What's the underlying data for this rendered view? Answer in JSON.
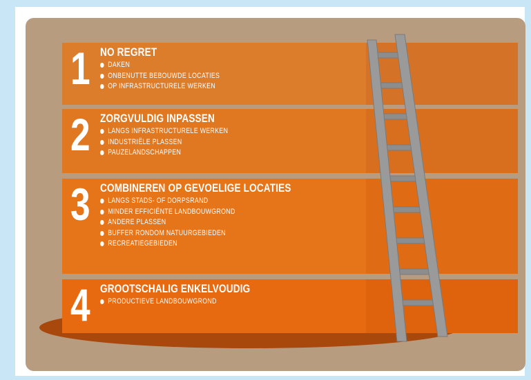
{
  "tiers": [
    {
      "number": "1",
      "title": "NO REGRET",
      "items": [
        "DAKEN",
        "ONBENUTTE BEBOUWDE LOCATIES",
        "OP INFRASTRUCTURELE WERKEN"
      ]
    },
    {
      "number": "2",
      "title": "ZORGVULDIG INPASSEN",
      "items": [
        "LANGS INFRASTRUCTURELE WERKEN",
        "INDUSTRIËLE PLASSEN",
        "PAUZELANDSCHAPPEN"
      ]
    },
    {
      "number": "3",
      "title": "COMBINEREN OP GEVOELIGE LOCATIES",
      "items": [
        "LANGS STADS- OF DORPSRAND",
        "MINDER EFFICIËNTE LANDBOUWGROND",
        "ANDERE PLASSEN",
        "BUFFER RONDOM NATUURGEBIEDEN",
        "RECREATIEGEBIEDEN"
      ]
    },
    {
      "number": "4",
      "title": "GROOTSCHALIG ENKELVOUDIG",
      "items": [
        "PRODUCTIEVE LANDBOUWGROND"
      ]
    }
  ],
  "colors": {
    "background": "#c9e6f7",
    "panel": "#b89c80",
    "ground": "#a9480c",
    "tier1": "#dc7d2c",
    "tier2": "#e07822",
    "tier3": "#e67418",
    "tier4": "#e86a10",
    "ladder": "#8d8d8d",
    "text": "#ffffff"
  },
  "icons": {
    "ladder": "ladder-icon",
    "bullet": "bullet-icon"
  }
}
